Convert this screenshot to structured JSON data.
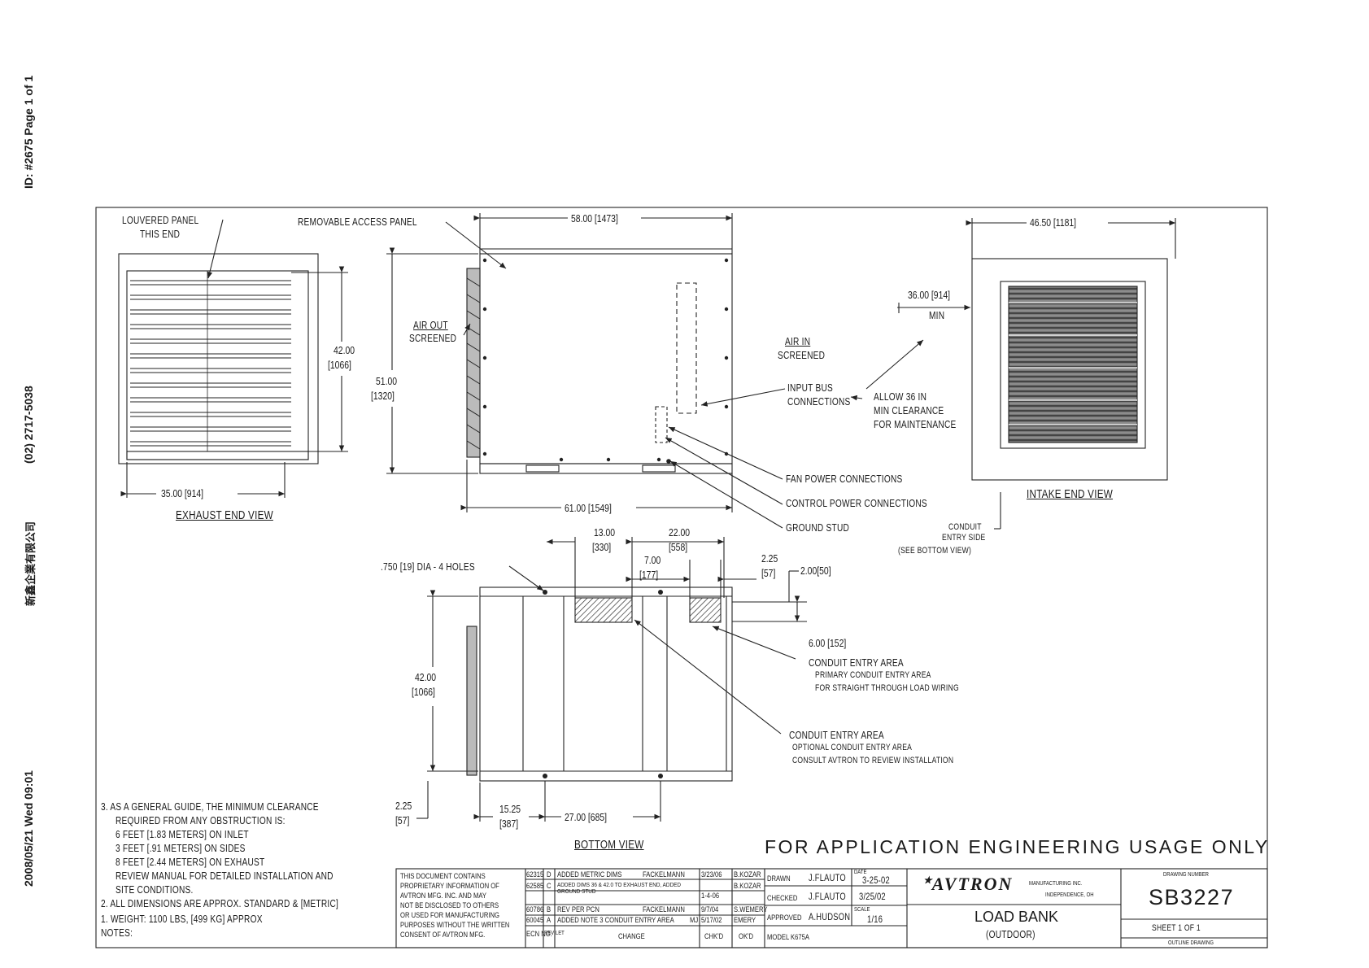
{
  "fax_header": {
    "timestamp": "2008/05/21 Wed 09:01",
    "company": "新鑫企業有限公司",
    "phone": "(02) 2717-5038",
    "id_page": "ID: #2675   Page 1 of 1"
  },
  "exhaust_view": {
    "louvered_label_1": "LOUVERED PANEL",
    "louvered_label_2": "THIS END",
    "height_dim_1": "42.00",
    "height_dim_2": "[1066]",
    "width_dim": "35.00 [914]",
    "title": "EXHAUST END VIEW"
  },
  "side_view": {
    "access_panel_label": "REMOVABLE ACCESS PANEL",
    "top_dim": "58.00 [1473]",
    "air_out_1": "AIR OUT",
    "air_out_2": "SCREENED",
    "height_dim_1": "51.00",
    "height_dim_2": "[1320]",
    "bottom_dim": "61.00 [1549]",
    "air_in_1": "AIR IN",
    "air_in_2": "SCREENED",
    "input_bus_1": "INPUT BUS",
    "input_bus_2": "CONNECTIONS",
    "fan_power": "FAN POWER CONNECTIONS",
    "control_power": "CONTROL POWER CONNECTIONS",
    "ground_stud": "GROUND STUD"
  },
  "intake_view": {
    "top_dim": "46.50 [1181]",
    "clearance_dim_1": "36.00 [914]",
    "clearance_dim_2": "MIN",
    "allow_1": "ALLOW 36 IN",
    "allow_2": "MIN CLEARANCE",
    "allow_3": "FOR MAINTENANCE",
    "title": "INTAKE END VIEW",
    "conduit_1": "CONDUIT",
    "conduit_2": "ENTRY SIDE",
    "conduit_3": "(SEE BOTTOM VIEW)"
  },
  "bottom_view": {
    "dim_13_1": "13.00",
    "dim_13_2": "[330]",
    "dim_22_1": "22.00",
    "dim_22_2": "[558]",
    "dim_7_1": "7.00",
    "dim_7_2": "[177]",
    "dim_225_1": "2.25",
    "dim_225_2": "[57]",
    "dim_2": "2.00[50]",
    "holes": ".750 [19] DIA - 4 HOLES",
    "dim_6": "6.00 [152]",
    "height_dim_1": "42.00",
    "height_dim_2": "[1066]",
    "primary_1": "CONDUIT ENTRY AREA",
    "primary_2": "PRIMARY CONDUIT ENTRY AREA",
    "primary_3": "FOR STRAIGHT THROUGH LOAD WIRING",
    "optional_1": "CONDUIT ENTRY AREA",
    "optional_2": "OPTIONAL CONDUIT ENTRY AREA",
    "optional_3": "CONSULT AVTRON TO REVIEW INSTALLATION",
    "dim_bl_1": "2.25",
    "dim_bl_2": "[57]",
    "dim_1525_1": "15.25",
    "dim_1525_2": "[387]",
    "dim_27": "27.00 [685]",
    "title": "BOTTOM VIEW"
  },
  "notes": {
    "n3_1": "3. AS A GENERAL GUIDE, THE MINIMUM CLEARANCE",
    "n3_2": "REQUIRED FROM ANY OBSTRUCTION IS:",
    "n3_3": "6 FEET [1.83 METERS] ON INLET",
    "n3_4": "3 FEET [.91 METERS] ON SIDES",
    "n3_5": "8 FEET [2.44 METERS] ON EXHAUST",
    "n3_6": "REVIEW MANUAL FOR DETAILED INSTALLATION AND",
    "n3_7": "SITE CONDITIONS.",
    "n2": "2. ALL DIMENSIONS ARE APPROX. STANDARD & [METRIC]",
    "n1": "1. WEIGHT: 1100 LBS, [499 KG] APPROX",
    "heading": "NOTES:"
  },
  "usage_banner": "FOR APPLICATION ENGINEERING USAGE ONLY",
  "title_block": {
    "proprietary_1": "THIS DOCUMENT CONTAINS",
    "proprietary_2": "PROPRIETARY INFORMATION OF",
    "proprietary_3": "AVTRON MFG. INC. AND MAY",
    "proprietary_4": "NOT BE DISCLOSED TO OTHERS",
    "proprietary_5": "OR USED FOR MANUFACTURING",
    "proprietary_6": "PURPOSES WITHOUT THE WRITTEN",
    "proprietary_7": "CONSENT OF AVTRON MFG.",
    "rev_rows": [
      {
        "ecn": "62315",
        "rev": "D",
        "change": "ADDED METRIC DIMS",
        "by": "FACKELMANN",
        "date": "3/23/06",
        "ok": "B.KOZAR"
      },
      {
        "ecn": "62585",
        "rev": "C",
        "change": "ADDED DIMS 36 & 42.0 TO EXHAUST END, ADDED GROUND STUD",
        "by": "",
        "date": "1-4-06",
        "ok": "B.KOZAR"
      },
      {
        "ecn": "60786",
        "rev": "B",
        "change": "REV PER PCN",
        "by": "FACKELMANN",
        "date": "9/7/04",
        "ok": "S.WEMERY"
      },
      {
        "ecn": "60045",
        "rev": "A",
        "change": "ADDED NOTE 3 CONDUIT ENTRY AREA",
        "by": "MJ",
        "date": "5/17/02",
        "ok": "EMERY"
      }
    ],
    "col_ecn": "ECN NO.",
    "col_rev": "REV LET",
    "col_change": "CHANGE",
    "col_chkd": "CHK'D",
    "col_okd": "OK'D",
    "drawn_label": "DRAWN",
    "drawn_by": "J.FLAUTO",
    "date_label": "DATE",
    "drawn_date": "3-25-02",
    "checked_label": "CHECKED",
    "checked_by": "J.FLAUTO",
    "checked_date": "3/25/02",
    "approved_label": "APPROVED",
    "approved_by": "A.HUDSON",
    "scale_label": "SCALE",
    "scale": "1/16",
    "model": "MODEL K675A",
    "company": "AVTRON",
    "company_sub_1": "MANUFACTURING INC.",
    "company_sub_2": "INDEPENDENCE, OH",
    "product_1": "LOAD BANK",
    "product_2": "(OUTDOOR)",
    "dwg_label": "DRAWING NUMBER",
    "dwg_no": "SB3227",
    "sheet": "SHEET 1 OF 1",
    "type": "OUTLINE DRAWING"
  }
}
